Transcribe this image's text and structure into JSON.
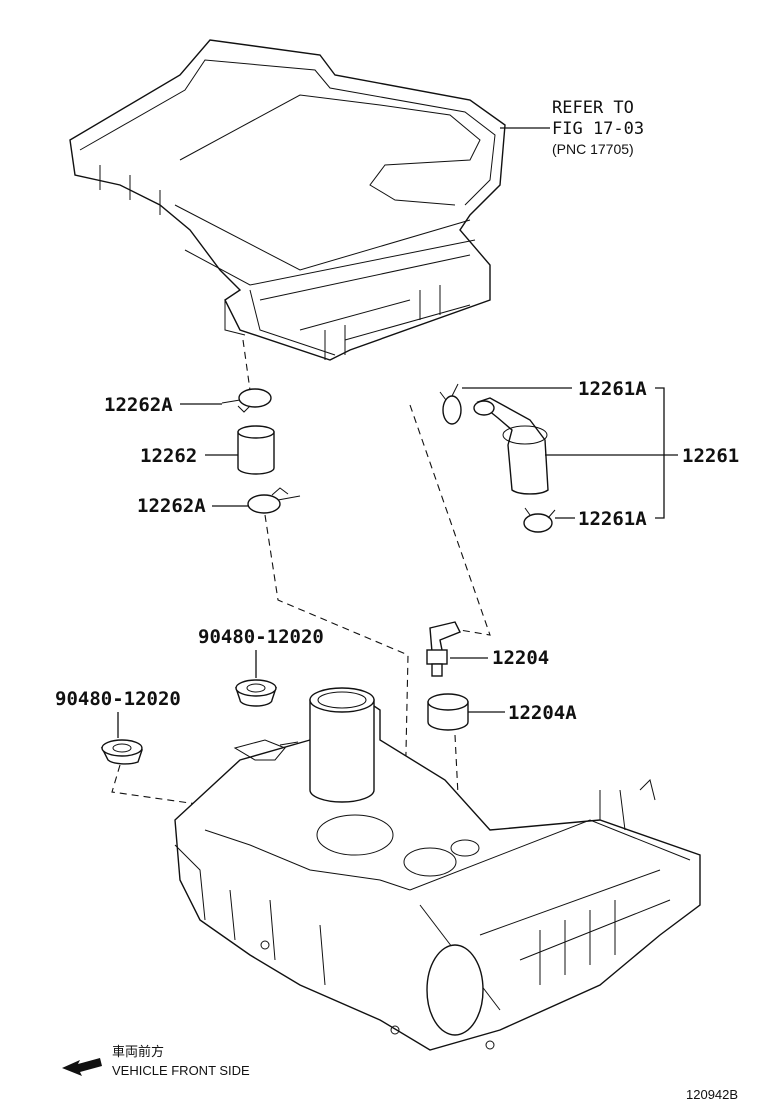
{
  "refer": {
    "line1": "REFER TO",
    "line2": "FIG 17-03",
    "line3": "(PNC 17705)"
  },
  "labels": {
    "p12262A_top": "12262A",
    "p12262": "12262",
    "p12262A_bottom": "12262A",
    "p12261A_top": "12261A",
    "p12261": "12261",
    "p12261A_bottom": "12261A",
    "p90480_right": "90480-12020",
    "p90480_left": "90480-12020",
    "p12204": "12204",
    "p12204A": "12204A"
  },
  "direction": {
    "jp": "車両前方",
    "en": "VEHICLE FRONT SIDE"
  },
  "figure_id": "120942B"
}
